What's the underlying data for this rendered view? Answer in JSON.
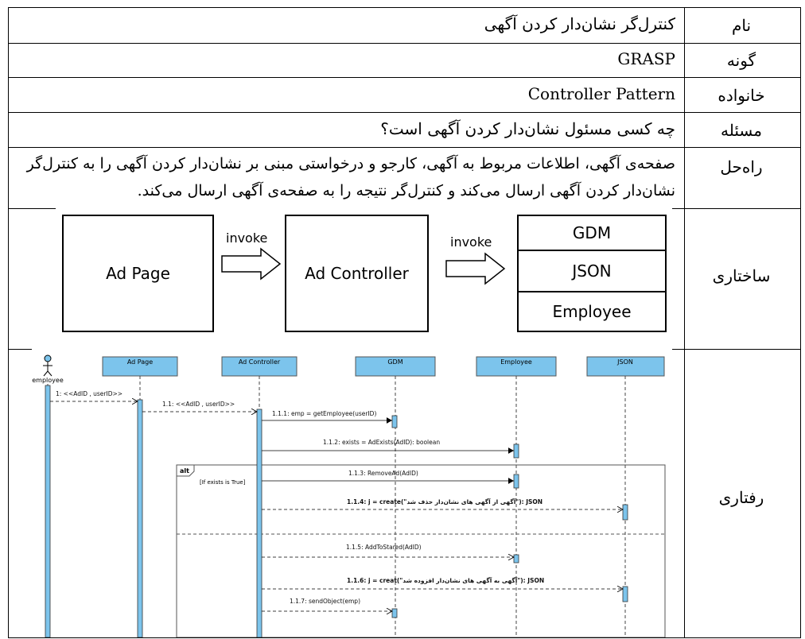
{
  "rows": {
    "name": {
      "label": "نام",
      "value": "کنترل‌گر نشان‌دار کردن آگهی"
    },
    "type": {
      "label": "گونه",
      "value": "GRASP"
    },
    "family": {
      "label": "خانواده",
      "value": "Controller Pattern"
    },
    "problem": {
      "label": "مسئله",
      "value": "چه کسی مسئول نشان‌دار کردن آگهی است؟"
    },
    "solution": {
      "label": "راه‌حل",
      "line1": "صفحه‌ی آگهی، اطلاعات مربوط به آگهی، کارجو و درخواستی مبنی بر نشان‌دار کردن آگهی را به کنترل‌گر",
      "line2": "نشان‌دار کردن آگهی ارسال می‌کند و کنترل‌گر نتیجه را به صفحه‌ی آگهی ارسال می‌کند."
    },
    "structural": {
      "label": "ساختاری"
    },
    "behavioral": {
      "label": "رفتاری"
    }
  },
  "structure_diagram": {
    "ad_page": "Ad Page",
    "ad_controller": "Ad Controller",
    "invoke1": "invoke",
    "invoke2": "invoke",
    "stack": [
      "GDM",
      "JSON",
      "Employee"
    ]
  },
  "sequence_diagram": {
    "actor": "employee",
    "lifelines": [
      "Ad Page",
      "Ad Controller",
      "GDM",
      "Employee",
      "JSON"
    ],
    "fragment": {
      "operator": "alt",
      "guard": "[If exists is True]"
    },
    "messages": [
      "1: <<AdID , userID>>",
      "1.1: <<AdID , userID>>",
      "1.1.1: emp = getEmployee(userID)",
      "1.1.2: exists = AdExists(AdID): boolean",
      "1.1.3: RemoveAd(AdID)",
      "1.1.4: j = create(\"آگهی از آگهی های نشان‌دار حذف شد\"): JSON",
      "1.1.5: AddToStared(AdID)",
      "1.1.6: j = creat(\"آگهی به آگهی های نشان‌دار افزوده شد\"): JSON",
      "1.1.7: sendObject(emp)"
    ],
    "colors": {
      "lifeline_head": "#7cc4ec",
      "activation": "#7cc4ec"
    }
  }
}
